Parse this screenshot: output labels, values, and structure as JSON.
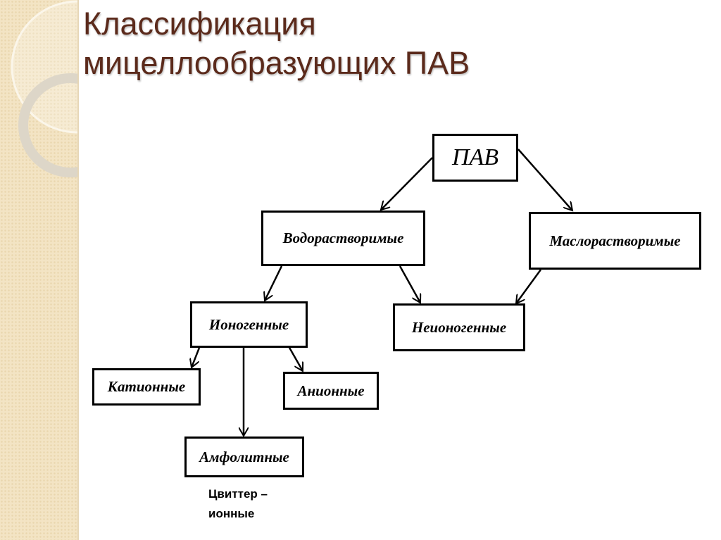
{
  "title": {
    "line1": "Классификация",
    "line2": "мицеллообразующих ПАВ"
  },
  "nodes": {
    "root": "ПАВ",
    "water": "Водорастворимые",
    "oil": "Маслорастворимые",
    "ionic": "Ионогенные",
    "nonionic": "Неионогенные",
    "cationic": "Катионные",
    "anionic": "Анионные",
    "ampholytic": "Амфолитные"
  },
  "note": {
    "line1": "Цвиттер –",
    "line2": "ионные"
  }
}
